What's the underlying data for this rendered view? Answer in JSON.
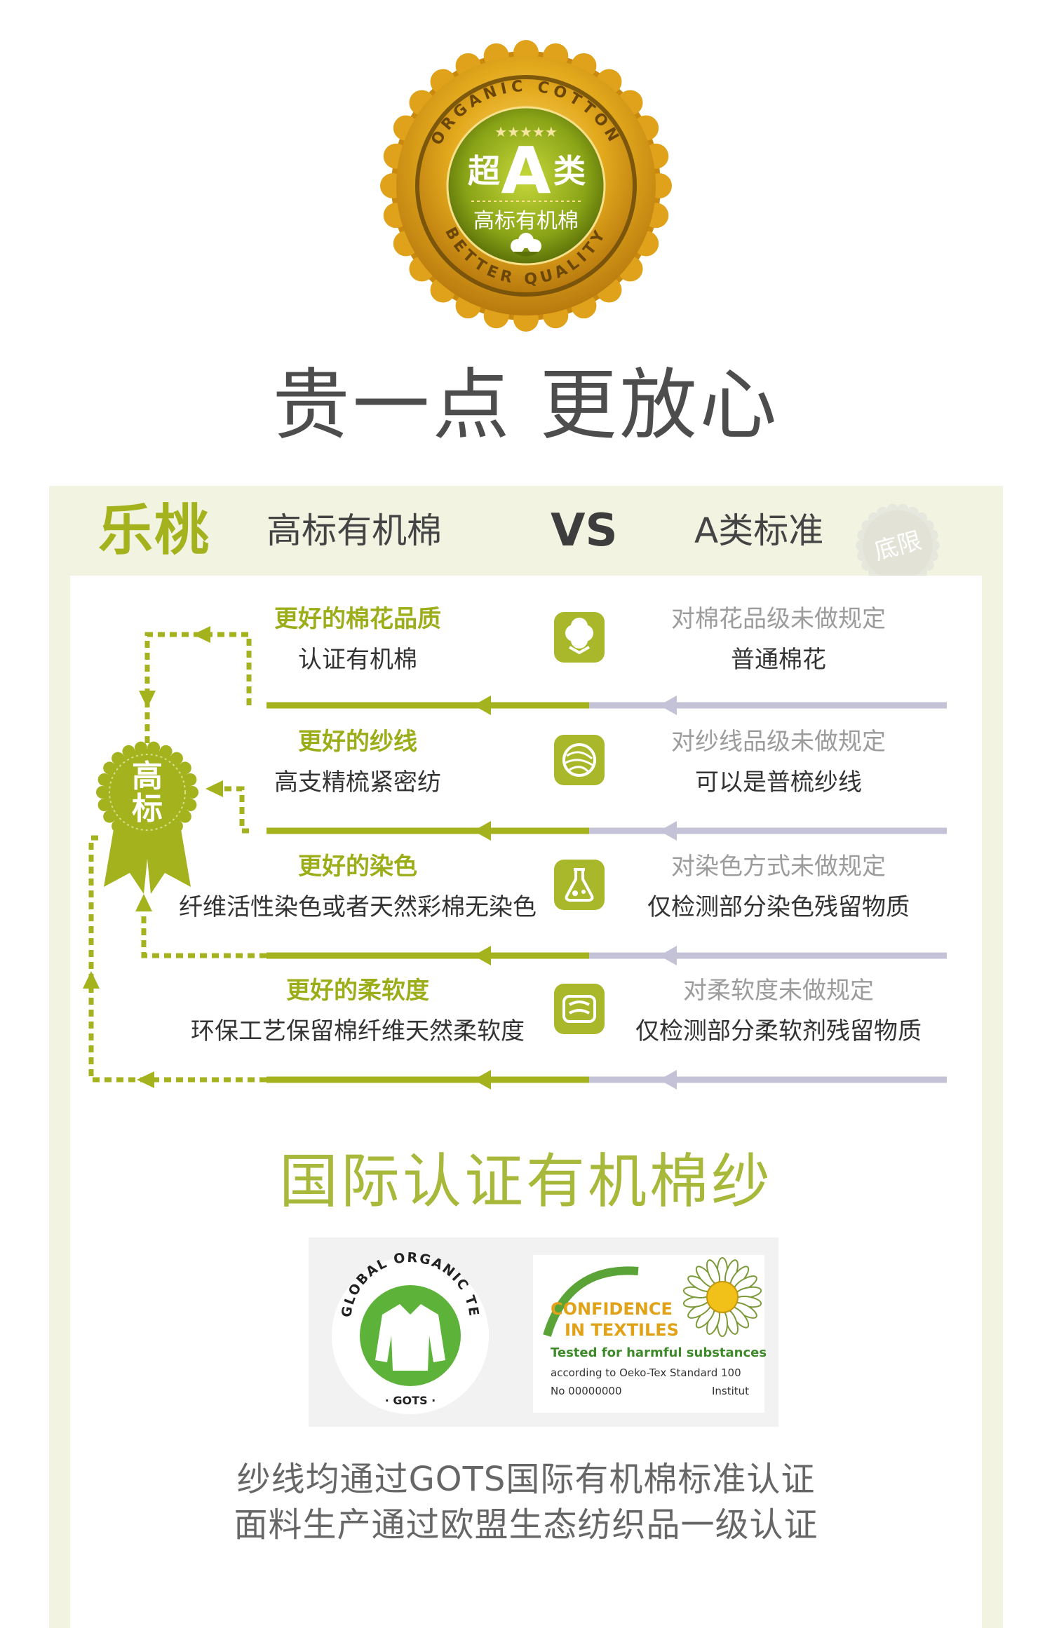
{
  "badge": {
    "ring_top": "ORGANIC COTTON",
    "ring_bottom": "BETTER QUALITY",
    "grade_prefix": "超",
    "grade_letter": "A",
    "grade_suffix": "类",
    "subtitle": "高标有机棉",
    "stars": "★★★★★"
  },
  "headline": "贵一点 更放心",
  "compare": {
    "brand": "乐桃",
    "left_title": "高标有机棉",
    "vs": "VS",
    "right_title": "A类标准",
    "stamp": "底限",
    "ribbon": [
      "高",
      "标"
    ],
    "rows": [
      {
        "left_head": "更好的棉花品质",
        "left_body": "认证有机棉",
        "icon": "cotton-boll-icon",
        "right_head": "对棉花品级未做规定",
        "right_body": "普通棉花"
      },
      {
        "left_head": "更好的纱线",
        "left_body": "高支精梳紧密纺",
        "icon": "yarn-ball-icon",
        "right_head": "对纱线品级未做规定",
        "right_body": "可以是普梳纱线"
      },
      {
        "left_head": "更好的染色",
        "left_body": "纤维活性染色或者天然彩棉无染色",
        "icon": "dye-flask-icon",
        "right_head": "对染色方式未做规定",
        "right_body": "仅检测部分染色残留物质"
      },
      {
        "left_head": "更好的柔软度",
        "left_body": "环保工艺保留棉纤维天然柔软度",
        "icon": "fabric-roll-icon",
        "right_head": "对柔软度未做规定",
        "right_body": "仅检测部分柔软剂残留物质"
      }
    ]
  },
  "certs": {
    "title": "国际认证有机棉纱",
    "gots": {
      "ring": "GLOBAL ORGANIC TEXTILE STANDARD",
      "bottom": "· GOTS ·"
    },
    "oeko": {
      "line1": "CONFIDENCE",
      "line2": "IN TEXTILES",
      "line3": "Tested for harmful substances",
      "line4": "according to Oeko-Tex Standard 100",
      "line5": "No 00000000",
      "line6": "Institut"
    },
    "footer": [
      "纱线均通过GOTS国际有机棉标准认证",
      "面料生产通过欧盟生态纺织品一级认证"
    ]
  },
  "colors": {
    "green": "#a3b21d",
    "gold": "#d9a521",
    "lavender": "#c4c2d6",
    "panel": "#f2f4e1"
  }
}
